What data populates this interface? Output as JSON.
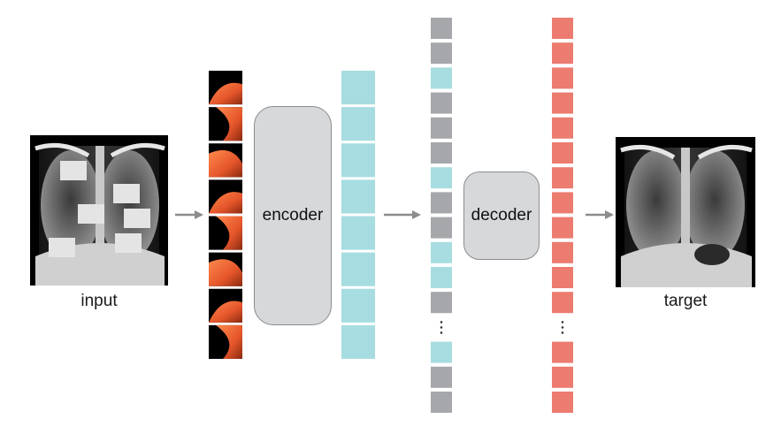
{
  "labels": {
    "input": "input",
    "target": "target",
    "encoder": "encoder",
    "decoder": "decoder"
  },
  "colors": {
    "teal": "#a7dde0",
    "gray": "#a6a7ab",
    "salmon": "#ec7b70",
    "box_fill": "#d6d8da",
    "box_stroke": "#8a8d90",
    "arrow": "#8c8c8c"
  },
  "mask_sequence": [
    "gray",
    "gray",
    "teal",
    "gray",
    "gray",
    "gray",
    "teal",
    "gray",
    "gray",
    "teal",
    "teal",
    "gray",
    "ellipsis",
    "teal",
    "gray",
    "gray"
  ],
  "encoded_token_count": 8,
  "patch_count": 8,
  "decoder_output_count": 16
}
